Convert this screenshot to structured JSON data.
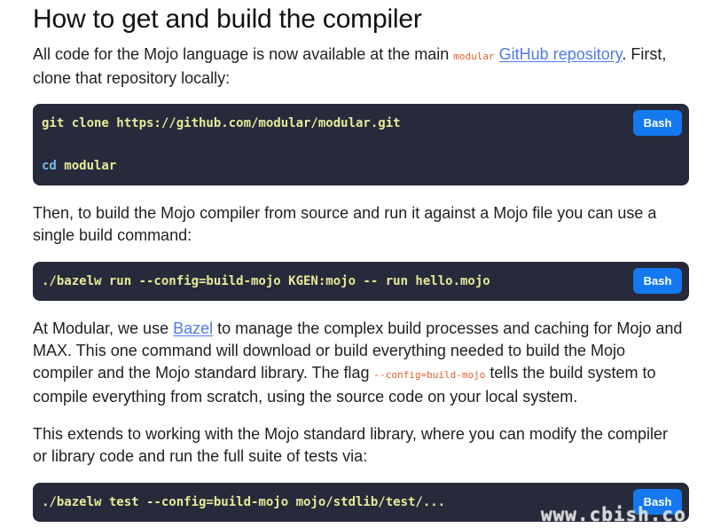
{
  "heading": "How to get and build the compiler",
  "intro": {
    "text_before": "All code for the Mojo language is now available at the main ",
    "inline_code_link": "modular",
    "link_text": "GitHub repository",
    "text_after": ". First, clone that repository locally:"
  },
  "code_clone": {
    "line1_cmd": "git clone https://github.com/modular/modular.git",
    "line2_kw": "cd",
    "line2_arg": " modular",
    "language": "Bash"
  },
  "build_para": "Then, to build the Mojo compiler from source and run it against a Mojo file you can use a single build command:",
  "code_build": {
    "line1": "./bazelw run --config=build-mojo KGEN:mojo -- run hello.mojo",
    "language": "Bash"
  },
  "bazel_para": {
    "text_before": "At Modular, we use ",
    "link_text": "Bazel",
    "text_mid": " to manage the complex build processes and caching for Mojo and MAX. This one command will download or build everything needed to build the Mojo compiler and the Mojo standard library. The flag ",
    "inline_code": "--config=build-mojo",
    "text_after": " tells the build system to compile everything from scratch, using the source code on your local system."
  },
  "stdlib_para": "This extends to working with the Mojo standard library, where you can modify the compiler or library code and run the full suite of tests via:",
  "code_test": {
    "line1": "./bazelw test --config=build-mojo mojo/stdlib/test/...",
    "language": "Bash"
  },
  "watermark": "www.cbish.co"
}
